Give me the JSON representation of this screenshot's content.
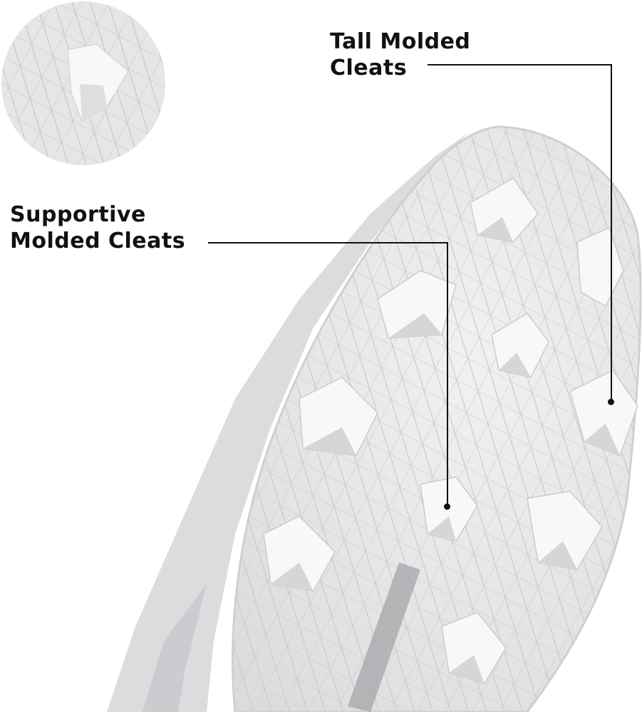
{
  "callouts": [
    {
      "line1": "Tall Molded",
      "line2": "Cleats"
    },
    {
      "line1": "Supportive",
      "line2": "Molded Cleats"
    }
  ],
  "colors": {
    "background": "#ffffff",
    "sole": "#e9e9ea",
    "cleat": "#f7f7f8",
    "text": "#111111"
  }
}
